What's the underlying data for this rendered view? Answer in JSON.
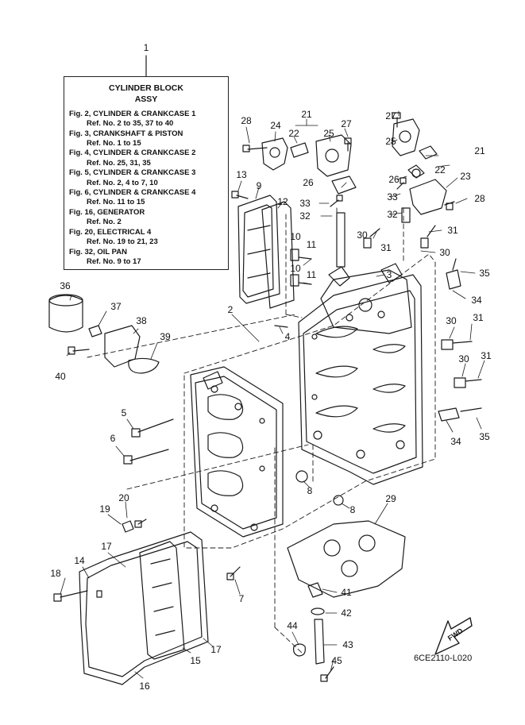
{
  "assembly_callout": "1",
  "infobox": {
    "title": "CYLINDER BLOCK",
    "subtitle": "ASSY",
    "lines": [
      {
        "fig": "Fig. 2, CYLINDER & CRANKCASE 1",
        "ref": "Ref. No. 2 to 35, 37 to 40"
      },
      {
        "fig": "Fig. 3, CRANKSHAFT & PISTON",
        "ref": "Ref. No. 1 to 15"
      },
      {
        "fig": "Fig. 4, CYLINDER & CRANKCASE 2",
        "ref": "Ref. No. 25, 31, 35"
      },
      {
        "fig": "Fig. 5, CYLINDER & CRANKCASE 3",
        "ref": "Ref. No. 2, 4 to 7, 10"
      },
      {
        "fig": "Fig. 6, CYLINDER & CRANKCASE 4",
        "ref": "Ref. No. 11 to 15"
      },
      {
        "fig": "Fig. 16, GENERATOR",
        "ref": "Ref. No. 2"
      },
      {
        "fig": "Fig. 20, ELECTRICAL 4",
        "ref": "Ref. No. 19 to 21, 23"
      },
      {
        "fig": "Fig. 32, OIL PAN",
        "ref": "Ref. No. 9 to 17"
      }
    ]
  },
  "callouts": [
    "28",
    "24",
    "21",
    "22",
    "25",
    "27",
    "27",
    "25",
    "21",
    "22",
    "26",
    "23",
    "28",
    "26",
    "33",
    "33",
    "32",
    "32",
    "13",
    "9",
    "12",
    "10",
    "11",
    "10",
    "11",
    "30",
    "31",
    "31",
    "30",
    "3",
    "35",
    "34",
    "36",
    "37",
    "38",
    "39",
    "40",
    "2",
    "4",
    "30",
    "31",
    "31",
    "30",
    "5",
    "6",
    "34",
    "35",
    "8",
    "8",
    "29",
    "20",
    "19",
    "17",
    "14",
    "18",
    "7",
    "41",
    "42",
    "43",
    "44",
    "45",
    "17",
    "15",
    "16"
  ],
  "drawing_code": "6CE2110-L020",
  "fwd_label": "FWD"
}
